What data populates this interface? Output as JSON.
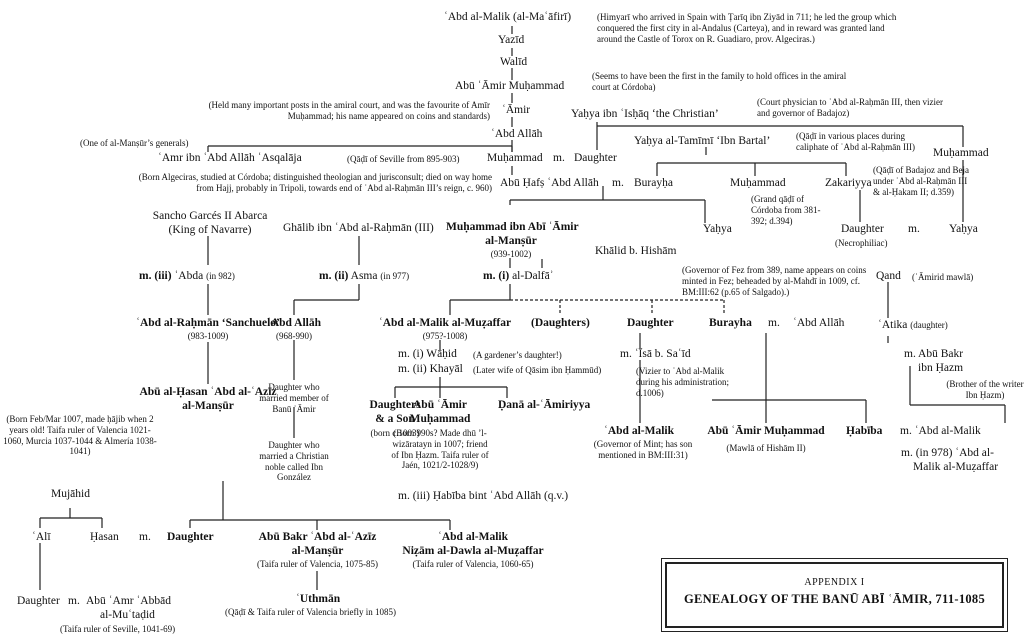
{
  "nodes": {
    "abd_malik": "ʿAbd al-Malik (al-Maʿāfirī)",
    "abd_malik_note": "(Himyarī who arrived in Spain with Ṭarīq ibn Ziyād in 711; he led the group which conquered the first city in al-Andalus (Carteya), and in reward was granted land around the Castle of Torox on R. Guadiaro, prov. Algeciras.)",
    "yazid": "Yazīd",
    "walid": "Walīd",
    "abu_amir_muhammad": "Abū ʿĀmir Muḥammad",
    "abu_amir_note": "(Seems to have been the first in the family to hold offices in the amiral court at Córdoba)",
    "amir": "ʿĀmir",
    "amir_note": "(Held many important posts in the amiral court, and was the favourite of Amīr Muḥammad; his name appeared on coins and standards)",
    "abd_allah": "ʿAbd Allāh",
    "yahya_ishaq": "Yaḥya ibn ʿIsḥāq ‘the Christian’",
    "yahya_ishaq_note": "(Court physician to ʿAbd al-Raḥmān III, then vizier and governor of Badajoz)",
    "general_note": "(One of al-Manṣūr’s generals)",
    "amr": "ʿAmr ibn ʿAbd Allāh ʿAsqalāja",
    "qadi_seville_note": "(Qāḍī of Seville from 895-903)",
    "muhammad": "Muḥammad",
    "m1": "m.",
    "daughter1": "Daughter",
    "yahya_tamimi": "Yaḥya al-Tamīmī ‘Ibn Bartal’",
    "yahya_tamimi_note": "(Qāḍī in various places during caliphate of ʿAbd al-Raḥmān III)",
    "muhammad_r": "Muḥammad",
    "abu_hafs_note": "(Born Algeciras, studied at Córdoba; distinguished theologian and jurisconsult; died on way home from Hajj, probably in Tripoli, towards end of ʿAbd al-Raḥmān III’s reign, c. 960)",
    "abu_hafs": "Abū Ḥafṣ ʿAbd Allāh",
    "m2": "m.",
    "burayha1": "Burayḥa",
    "muhammad_mid": "Muḥammad",
    "muhammad_mid_note": "(Grand qāḍī of Córdoba from 381-392; d.394)",
    "zakariyya": "Zakariyya",
    "zakariyya_note": "(Qāḍī of Badajoz and Beja under ʿAbd al-Raḥmān III & al-Ḥakam II; d.359)",
    "daughter_necro": "Daughter",
    "necro_note": "(Necrophiliac)",
    "m_necro": "m.",
    "yahya_far": "Yaḥya",
    "sancho": "Sancho Garcés II Abarca",
    "sancho_sub": "(King of Navarre)",
    "ghalib": "Ghālib ibn ʿAbd al-Raḥmān (III)",
    "mansur": "Muḥammad ibn Abī ʿĀmir",
    "mansur2": "al-Manṣūr",
    "mansur_dates": "(939-1002)",
    "yahya_mid": "Yaḥya",
    "khalid": "Khālid b. Hishām",
    "m_iii_abda": "m. (iii)",
    "abda": "ʿAbda",
    "abda_year": "(in 982)",
    "m_ii_asma": "m. (ii)",
    "asma": "Asma",
    "asma_year": "(in 977)",
    "m_i_dalfa": "m. (i)",
    "dalfa": "al-Dalfāʾ",
    "fez_note": "(Governor of Fez from 389, name appears on coins minted in Fez; beheaded by al-Mahdī in 1009, cf. BM:III:62 (p.65 of Salgado).)",
    "qand": "Qand",
    "qand_note": "(ʿĀmirid mawlā)",
    "sanchuelo": "ʿAbd al-Raḥmān ‘Sanchuelo’",
    "sanchuelo_dates": "(983-1009)",
    "abd_allah2": "ʿAbd Allāh",
    "abd_allah2_dates": "(968-990)",
    "muzaffar": "ʿAbd al-Malik al-Muẓaffar",
    "muzaffar_dates": "(975?-1008)",
    "daughters": "(Daughters)",
    "daughter2": "Daughter",
    "burayha2": "Burayha",
    "m3": "m.",
    "abd_allah3": "ʿAbd Allāh",
    "atika": "ʿAtika",
    "atika_note": "(daughter)",
    "wahid": "m. (i) Wāḥid",
    "wahid_note": "(A gardener’s daughter!)",
    "khayal": "m. (ii) Khayāl",
    "khayal_note": "(Later wife of Qāsim ibn Ḥammūd)",
    "isa": "m. ʿĪsā b. Saʿīd",
    "abu_bakr_hazm": "m. Abū Bakr",
    "abu_bakr_hazm2": "ibn Ḥazm",
    "hazm_note": "(Brother of the writer Ibn Ḥazm)",
    "abu_hasan": "Abū al-Ḥasan ʿAbd al-ʿAzīz",
    "abu_hasan2": "al-Manṣūr",
    "abu_hasan_note": "(Born Feb/Mar 1007, made ḥājib when 2 years old! Taifa ruler of Valencia 1021-1060, Murcia 1037-1044 & Almería 1038-1041)",
    "daughter_banu": "Daughter who married member of Banū ʿĀmir",
    "daughter_gonzalez": "Daughter who married a Christian noble called Ibn González",
    "daughters_son": "Daughters",
    "daughters_son2": "& a Son",
    "born1003": "(born c.1003)",
    "abu_amir2": "Abū ʿĀmir",
    "abu_amir2b": "Muḥammad",
    "abu_amir2_note": "(Born 990s? Made dhū ’l-wizāratayn in 1007; friend of Ibn Ḥazm. Taifa ruler of Jaén, 1021/2-1028/9)",
    "dana": "Ḍanā al-ʿĀmiriyya",
    "isa_note": "(Vizier to ʿAbd al-Malik during his administration; d.1006)",
    "habiba_iii": "m. (iii) Ḥabība bint ʿAbd Allāh (q.v.)",
    "abd_malik2": "ʿAbd al-Malik",
    "abd_malik2_note": "(Governor of Mint; has son mentioned in BM:III:31)",
    "abu_amir3": "Abū ʿĀmir Muḥammad",
    "abu_amir3_note": "(Mawlā of Hishām II)",
    "habiba": "Ḥabība",
    "m_abd_malik3": "m. ʿAbd al-Malik",
    "m_1978": "m. (in 978) ʿAbd al-",
    "m_1978b": "Malik al-Muẓaffar",
    "mujahid": "Mujāhid",
    "ali": "ʿAlī",
    "hasan": "Ḥasan",
    "m4": "m.",
    "daughter3": "Daughter",
    "abu_bakr_v": "Abū Bakr ʿAbd al-ʿAzīz",
    "abu_bakr_v2": "al-Manṣūr",
    "abu_bakr_v_note": "(Taifa ruler of Valencia, 1075-85)",
    "nizam": "ʿAbd al-Malik",
    "nizam2": "Niẓām al-Dawla al-Muẓaffar",
    "nizam_note": "(Taifa ruler of Valencia, 1060-65)",
    "uthman": "ʿUthmān",
    "uthman_note": "(Qāḍī & Taifa ruler of Valencia briefly in 1085)",
    "daughter4": "Daughter",
    "m5": "m.",
    "abbad": "Abū ʿAmr ʿAbbād",
    "abbad2": "al-Muʿtaḍid",
    "abbad_note": "(Taifa ruler of Seville, 1041-69)"
  },
  "title_box": {
    "appendix": "APPENDIX I",
    "title": "GENEALOGY OF THE BANŪ ABĪ ʿĀMIR, 711-1085"
  }
}
